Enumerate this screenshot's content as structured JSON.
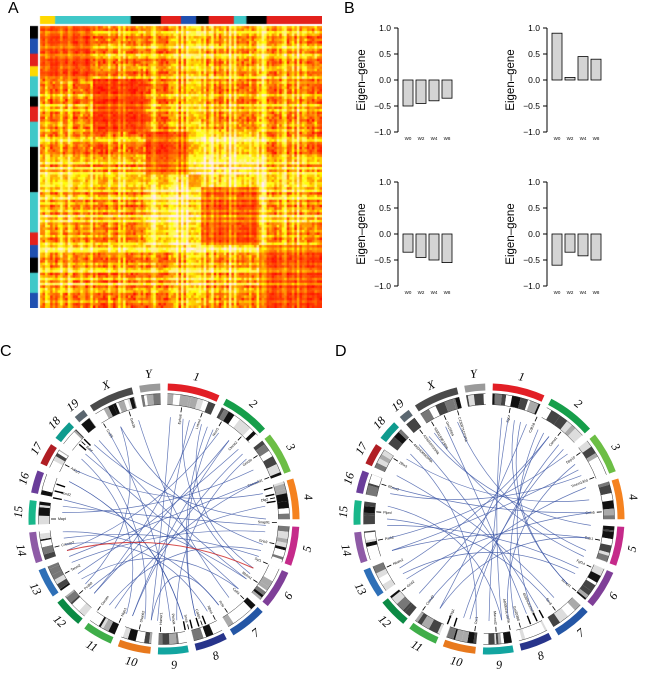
{
  "figure": {
    "panel_a_label": "A",
    "panel_b_label": "B",
    "panel_c_label": "C",
    "panel_d_label": "D"
  },
  "chart_data": [
    {
      "id": "tom_heatmap",
      "type": "heatmap",
      "panel": "A",
      "description": "Gene co-expression topological overlap matrix heatmap; red = high overlap, yellow = intermediate, white = low; colored module annotation strips on top and left",
      "n": 112,
      "seed": 42,
      "module_boundaries": [
        0,
        0.18,
        0.37,
        0.52,
        0.57,
        0.77,
        1
      ],
      "colorscale": [
        "#ffffff",
        "#ffeb00",
        "#ff0000"
      ],
      "top_strip": [
        [
          "#ffd900",
          6
        ],
        [
          "#40c8c8",
          30
        ],
        [
          "#000000",
          12
        ],
        [
          "#e3211c",
          8
        ],
        [
          "#2050b0",
          6
        ],
        [
          "#000000",
          5
        ],
        [
          "#e3211c",
          10
        ],
        [
          "#40c8c8",
          5
        ],
        [
          "#000000",
          8
        ],
        [
          "#e3211c",
          22
        ]
      ],
      "side_strip": [
        [
          "#000000",
          5
        ],
        [
          "#2050b0",
          6
        ],
        [
          "#e3211c",
          5
        ],
        [
          "#ffd900",
          4
        ],
        [
          "#40c8c8",
          8
        ],
        [
          "#000000",
          4
        ],
        [
          "#e3211c",
          6
        ],
        [
          "#40c8c8",
          10
        ],
        [
          "#000000",
          18
        ],
        [
          "#40c8c8",
          16
        ],
        [
          "#e3211c",
          5
        ],
        [
          "#2050b0",
          5
        ],
        [
          "#000000",
          6
        ],
        [
          "#40c8c8",
          8
        ],
        [
          "#2050b0",
          6
        ]
      ]
    },
    {
      "id": "eigengene_1",
      "type": "bar",
      "panel": "B",
      "position": "top-left",
      "ylabel": "Eigen–gene",
      "ylim": [
        -1,
        1
      ],
      "yticks": [
        -1.0,
        -0.5,
        0.0,
        0.5,
        1.0
      ],
      "categories": [
        "W0",
        "W2",
        "W4",
        "W8"
      ],
      "values": [
        -0.5,
        -0.45,
        -0.4,
        -0.35
      ],
      "bar_fill": "#d4d4d4"
    },
    {
      "id": "eigengene_2",
      "type": "bar",
      "panel": "B",
      "position": "top-right",
      "ylabel": "Eigen–gene",
      "ylim": [
        -1,
        1
      ],
      "yticks": [
        -1.0,
        -0.5,
        0.0,
        0.5,
        1.0
      ],
      "categories": [
        "W0",
        "W2",
        "W4",
        "W8"
      ],
      "values": [
        0.9,
        0.05,
        0.45,
        0.4
      ],
      "bar_fill": "#d4d4d4"
    },
    {
      "id": "eigengene_3",
      "type": "bar",
      "panel": "B",
      "position": "bottom-left",
      "ylabel": "Eigen–gene",
      "ylim": [
        -1,
        1
      ],
      "yticks": [
        -1.0,
        -0.5,
        0.0,
        0.5,
        1.0
      ],
      "categories": [
        "W0",
        "W2",
        "W4",
        "W8"
      ],
      "values": [
        -0.35,
        -0.45,
        -0.5,
        -0.55
      ],
      "bar_fill": "#d4d4d4"
    },
    {
      "id": "eigengene_4",
      "type": "bar",
      "panel": "B",
      "position": "bottom-right",
      "ylabel": "Eigen–gene",
      "ylim": [
        -1,
        1
      ],
      "yticks": [
        -1.0,
        -0.5,
        0.0,
        0.5,
        1.0
      ],
      "categories": [
        "W0",
        "W2",
        "W4",
        "W8"
      ],
      "values": [
        -0.6,
        -0.35,
        -0.42,
        -0.5
      ],
      "bar_fill": "#d4d4d4"
    },
    {
      "id": "circos_c",
      "type": "circos",
      "panel": "C",
      "seed": 11,
      "link_color": "#3b55a5",
      "red_link_color": "#cc2222",
      "chromosomes": [
        [
          "1",
          195,
          "#e21f26"
        ],
        [
          "2",
          182,
          "#169e4a"
        ],
        [
          "3",
          160,
          "#6cbe45"
        ],
        [
          "4",
          157,
          "#f5821f"
        ],
        [
          "5",
          152,
          "#c52a8a"
        ],
        [
          "6",
          150,
          "#7f3f98"
        ],
        [
          "7",
          145,
          "#2456a5"
        ],
        [
          "8",
          129,
          "#27348b"
        ],
        [
          "9",
          124,
          "#12a5a0"
        ],
        [
          "10",
          131,
          "#e8791d"
        ],
        [
          "11",
          122,
          "#3fae49"
        ],
        [
          "12",
          120,
          "#0b8a44"
        ],
        [
          "13",
          120,
          "#2e6fb7"
        ],
        [
          "14",
          125,
          "#8e5ba6"
        ],
        [
          "15",
          104,
          "#19b78a"
        ],
        [
          "16",
          98,
          "#6a3d9a"
        ],
        [
          "17",
          95,
          "#b01e24"
        ],
        [
          "18",
          91,
          "#0f9b8e"
        ],
        [
          "19",
          61,
          "#5b6770"
        ],
        [
          "X",
          171,
          "#4a4a4a"
        ],
        [
          "Y",
          92,
          "#9a9a9a"
        ]
      ],
      "gene_labels": [
        [
          0.025,
          "Epha6"
        ],
        [
          0.055,
          "Lrrtm4"
        ],
        [
          0.085,
          "Nrxn1"
        ],
        [
          0.12,
          "Ctnna2"
        ],
        [
          0.155,
          "Grin2b"
        ],
        [
          0.19,
          "Cacna2d1"
        ],
        [
          0.205,
          ""
        ],
        [
          0.215,
          ""
        ],
        [
          0.225,
          ""
        ],
        [
          0.22,
          "Dlg2"
        ],
        [
          0.255,
          "Snap91"
        ],
        [
          0.285,
          "Gria3"
        ],
        [
          0.315,
          "Syt1"
        ],
        [
          0.345,
          "Rbfox1"
        ],
        [
          0.375,
          "Celf4"
        ],
        [
          0.405,
          "Pclo"
        ],
        [
          0.425,
          "Nbea"
        ],
        [
          0.44,
          ""
        ],
        [
          0.45,
          ""
        ],
        [
          0.46,
          ""
        ],
        [
          0.47,
          ""
        ],
        [
          0.445,
          "Cadps"
        ],
        [
          0.465,
          "Snca"
        ],
        [
          0.485,
          "Ptchd4"
        ],
        [
          0.505,
          "Homer1"
        ],
        [
          0.535,
          "Shank2"
        ],
        [
          0.565,
          "Nlgn1"
        ],
        [
          0.6,
          "Dscam"
        ],
        [
          0.635,
          "Pcdh9"
        ],
        [
          0.67,
          "Tenm2"
        ],
        [
          0.71,
          "Cntnap2"
        ],
        [
          0.75,
          "Mapt"
        ],
        [
          0.78,
          ""
        ],
        [
          0.79,
          ""
        ],
        [
          0.8,
          ""
        ],
        [
          0.79,
          "Kcnd2"
        ],
        [
          0.83,
          "Adcy5"
        ],
        [
          0.865,
          ""
        ],
        [
          0.875,
          ""
        ],
        [
          0.87,
          "Bdnf"
        ],
        [
          0.91,
          "Creb5"
        ],
        [
          0.95,
          "Gsk3b"
        ]
      ],
      "links": [
        [
          0.01,
          0.52
        ],
        [
          0.03,
          0.34
        ],
        [
          0.05,
          0.62
        ],
        [
          0.07,
          0.45
        ],
        [
          0.09,
          0.7
        ],
        [
          0.11,
          0.55
        ],
        [
          0.13,
          0.66
        ],
        [
          0.15,
          0.48
        ],
        [
          0.17,
          0.76
        ],
        [
          0.19,
          0.58
        ],
        [
          0.21,
          0.83
        ],
        [
          0.23,
          0.63
        ],
        [
          0.25,
          0.88
        ],
        [
          0.27,
          0.68
        ],
        [
          0.29,
          0.93
        ],
        [
          0.31,
          0.72
        ],
        [
          0.33,
          0.06
        ],
        [
          0.35,
          0.78
        ],
        [
          0.37,
          0.86
        ],
        [
          0.39,
          0.96
        ],
        [
          0.41,
          0.52
        ],
        [
          0.43,
          0.71
        ],
        [
          0.45,
          0.08
        ],
        [
          0.47,
          0.81
        ],
        [
          0.49,
          0.91
        ],
        [
          0.51,
          0.04
        ],
        [
          0.53,
          0.87
        ],
        [
          0.55,
          0.14
        ],
        [
          0.59,
          0.3
        ],
        [
          0.62,
          0.11
        ],
        [
          0.65,
          0.37
        ],
        [
          0.69,
          0.19
        ],
        [
          0.73,
          0.41
        ],
        [
          0.77,
          0.26
        ],
        [
          0.81,
          0.47
        ],
        [
          0.85,
          0.56
        ],
        [
          0.89,
          0.35
        ],
        [
          0.93,
          0.64
        ]
      ],
      "red_links": [
        [
          0.33,
          0.7
        ]
      ]
    },
    {
      "id": "circos_d",
      "type": "circos",
      "panel": "D",
      "seed": 23,
      "link_color": "#3b55a5",
      "chromosomes": [
        [
          "1",
          195,
          "#e21f26"
        ],
        [
          "2",
          182,
          "#169e4a"
        ],
        [
          "3",
          160,
          "#6cbe45"
        ],
        [
          "4",
          157,
          "#f5821f"
        ],
        [
          "5",
          152,
          "#c52a8a"
        ],
        [
          "6",
          150,
          "#7f3f98"
        ],
        [
          "7",
          145,
          "#2456a5"
        ],
        [
          "8",
          129,
          "#27348b"
        ],
        [
          "9",
          124,
          "#12a5a0"
        ],
        [
          "10",
          131,
          "#e8791d"
        ],
        [
          "11",
          122,
          "#3fae49"
        ],
        [
          "12",
          120,
          "#0b8a44"
        ],
        [
          "13",
          120,
          "#2e6fb7"
        ],
        [
          "14",
          125,
          "#8e5ba6"
        ],
        [
          "15",
          104,
          "#19b78a"
        ],
        [
          "16",
          98,
          "#6a3d9a"
        ],
        [
          "17",
          95,
          "#b01e24"
        ],
        [
          "18",
          91,
          "#0f9b8e"
        ],
        [
          "19",
          61,
          "#5b6770"
        ],
        [
          "X",
          171,
          "#4a4a4a"
        ],
        [
          "Y",
          92,
          "#9a9a9a"
        ]
      ],
      "gene_labels": [
        [
          0.03,
          "Sgcz"
        ],
        [
          0.07,
          "Cdh18"
        ],
        [
          0.11,
          "Csmd1"
        ],
        [
          0.15,
          "Dpp10"
        ],
        [
          0.19,
          "Tmem132d"
        ],
        [
          0.24,
          "Cntn5"
        ],
        [
          0.28,
          "Dab1"
        ],
        [
          0.32,
          "Fgf14"
        ],
        [
          0.36,
          "Il1rapl1"
        ],
        [
          0.4,
          "Sox5"
        ],
        [
          0.42,
          ""
        ],
        [
          0.43,
          ""
        ],
        [
          0.44,
          ""
        ],
        [
          0.43,
          "4930509J09Rik"
        ],
        [
          0.455,
          "Gm20388"
        ],
        [
          0.47,
          "A830018L16Rik"
        ],
        [
          0.49,
          "Macrod2"
        ],
        [
          0.52,
          "Oxr1"
        ],
        [
          0.55,
          ""
        ],
        [
          0.56,
          ""
        ],
        [
          0.56,
          "Prkg1"
        ],
        [
          0.6,
          "Ctnnd2"
        ],
        [
          0.64,
          "Grid2"
        ],
        [
          0.68,
          "Nkain2"
        ],
        [
          0.72,
          "Park2"
        ],
        [
          0.76,
          "Ptprd"
        ],
        [
          0.8,
          "Rbms3"
        ],
        [
          0.84,
          "Zfhx3"
        ],
        [
          0.875,
          "4933406M09Rik"
        ],
        [
          0.895,
          "A330102I10Rik"
        ],
        [
          0.915,
          "9330159F19Rik"
        ],
        [
          0.935,
          "Gm15564"
        ],
        [
          0.955,
          "C130071C03Rik"
        ]
      ],
      "links": [
        [
          0.02,
          0.48
        ],
        [
          0.04,
          0.36
        ],
        [
          0.06,
          0.58
        ],
        [
          0.08,
          0.43
        ],
        [
          0.1,
          0.67
        ],
        [
          0.12,
          0.53
        ],
        [
          0.14,
          0.72
        ],
        [
          0.16,
          0.47
        ],
        [
          0.18,
          0.79
        ],
        [
          0.2,
          0.6
        ],
        [
          0.22,
          0.85
        ],
        [
          0.24,
          0.65
        ],
        [
          0.26,
          0.9
        ],
        [
          0.28,
          0.7
        ],
        [
          0.3,
          0.95
        ],
        [
          0.33,
          0.74
        ],
        [
          0.36,
          0.05
        ],
        [
          0.39,
          0.82
        ],
        [
          0.42,
          0.88
        ],
        [
          0.44,
          0.93
        ],
        [
          0.46,
          0.09
        ],
        [
          0.48,
          0.77
        ],
        [
          0.5,
          0.03
        ],
        [
          0.54,
          0.13
        ],
        [
          0.58,
          0.28
        ],
        [
          0.62,
          0.1
        ],
        [
          0.66,
          0.34
        ],
        [
          0.7,
          0.17
        ],
        [
          0.75,
          0.4
        ],
        [
          0.8,
          0.24
        ],
        [
          0.86,
          0.52
        ],
        [
          0.91,
          0.31
        ]
      ],
      "red_links": []
    }
  ]
}
